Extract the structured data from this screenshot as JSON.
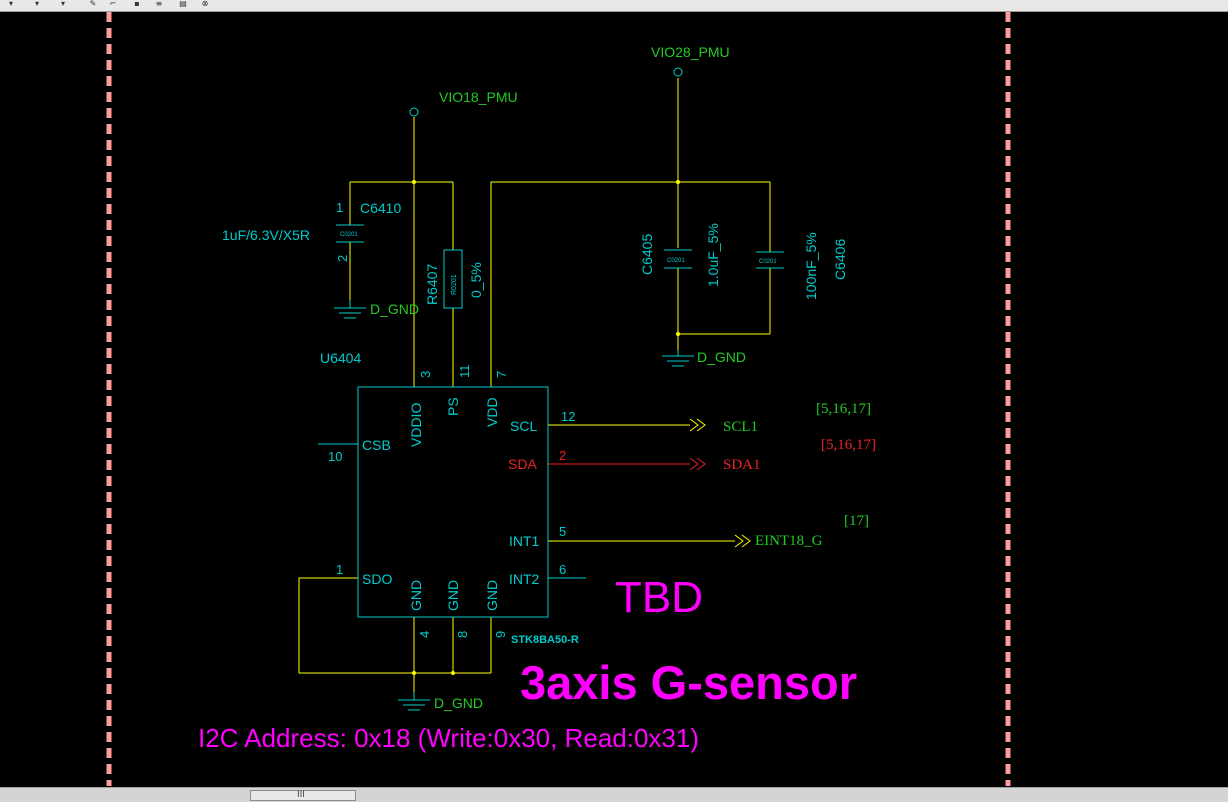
{
  "colors": {
    "background": "#000000",
    "wire": "#ffff00",
    "component": "#00cccc",
    "net_label": "#22cc22",
    "sda": "#ee2222",
    "title": "#ff00ff",
    "border": "#ff9c9c"
  },
  "toolbar": {
    "icons": [
      "arrow-icon",
      "pointer-icon",
      "pin-icon",
      "net-icon",
      "bus-icon",
      "no-connect-icon"
    ]
  },
  "power": {
    "vio18": "VIO18_PMU",
    "vio28": "VIO28_PMU",
    "gnd_top_left": "D_GND",
    "gnd_top_right": "D_GND",
    "gnd_bottom": "D_GND"
  },
  "components": {
    "c6410": {
      "ref": "C6410",
      "value": "1uF/6.3V/X5R",
      "package": "C0201",
      "pin1": "1",
      "pin2": "2"
    },
    "r6407": {
      "ref": "R6407",
      "value": "0_5%",
      "package": "R0201"
    },
    "c6405": {
      "ref": "C6405",
      "value": "1.0uF_5%",
      "package": "C0201"
    },
    "c6406": {
      "ref": "C6406",
      "value": "100nF_5%",
      "package": "C0201"
    }
  },
  "ic": {
    "ref": "U6404",
    "part": "STK8BA50-R",
    "pins": {
      "vddio": {
        "name": "VDDIO",
        "num": "3"
      },
      "ps": {
        "name": "PS",
        "num": "11"
      },
      "vdd": {
        "name": "VDD",
        "num": "7"
      },
      "scl": {
        "name": "SCL",
        "num": "12"
      },
      "sda": {
        "name": "SDA",
        "num": "2"
      },
      "csb": {
        "name": "CSB",
        "num": "10"
      },
      "int1": {
        "name": "INT1",
        "num": "5"
      },
      "int2": {
        "name": "INT2",
        "num": "6"
      },
      "sdo": {
        "name": "SDO",
        "num": "1"
      },
      "gnd1": {
        "name": "GND",
        "num": "4"
      },
      "gnd2": {
        "name": "GND",
        "num": "8"
      },
      "gnd3": {
        "name": "GND",
        "num": "9"
      }
    }
  },
  "nets": {
    "scl1": {
      "name": "SCL1",
      "ref": "[5,16,17]"
    },
    "sda1": {
      "name": "SDA1",
      "ref": "[5,16,17]"
    },
    "eint": {
      "name": "EINT18_G",
      "ref": "[17]"
    }
  },
  "notes": {
    "tbd": "TBD",
    "title": "3axis G-sensor",
    "i2c": "I2C Address: 0x18 (Write:0x30, Read:0x31)"
  },
  "scrollbar": {
    "grip": "III"
  }
}
